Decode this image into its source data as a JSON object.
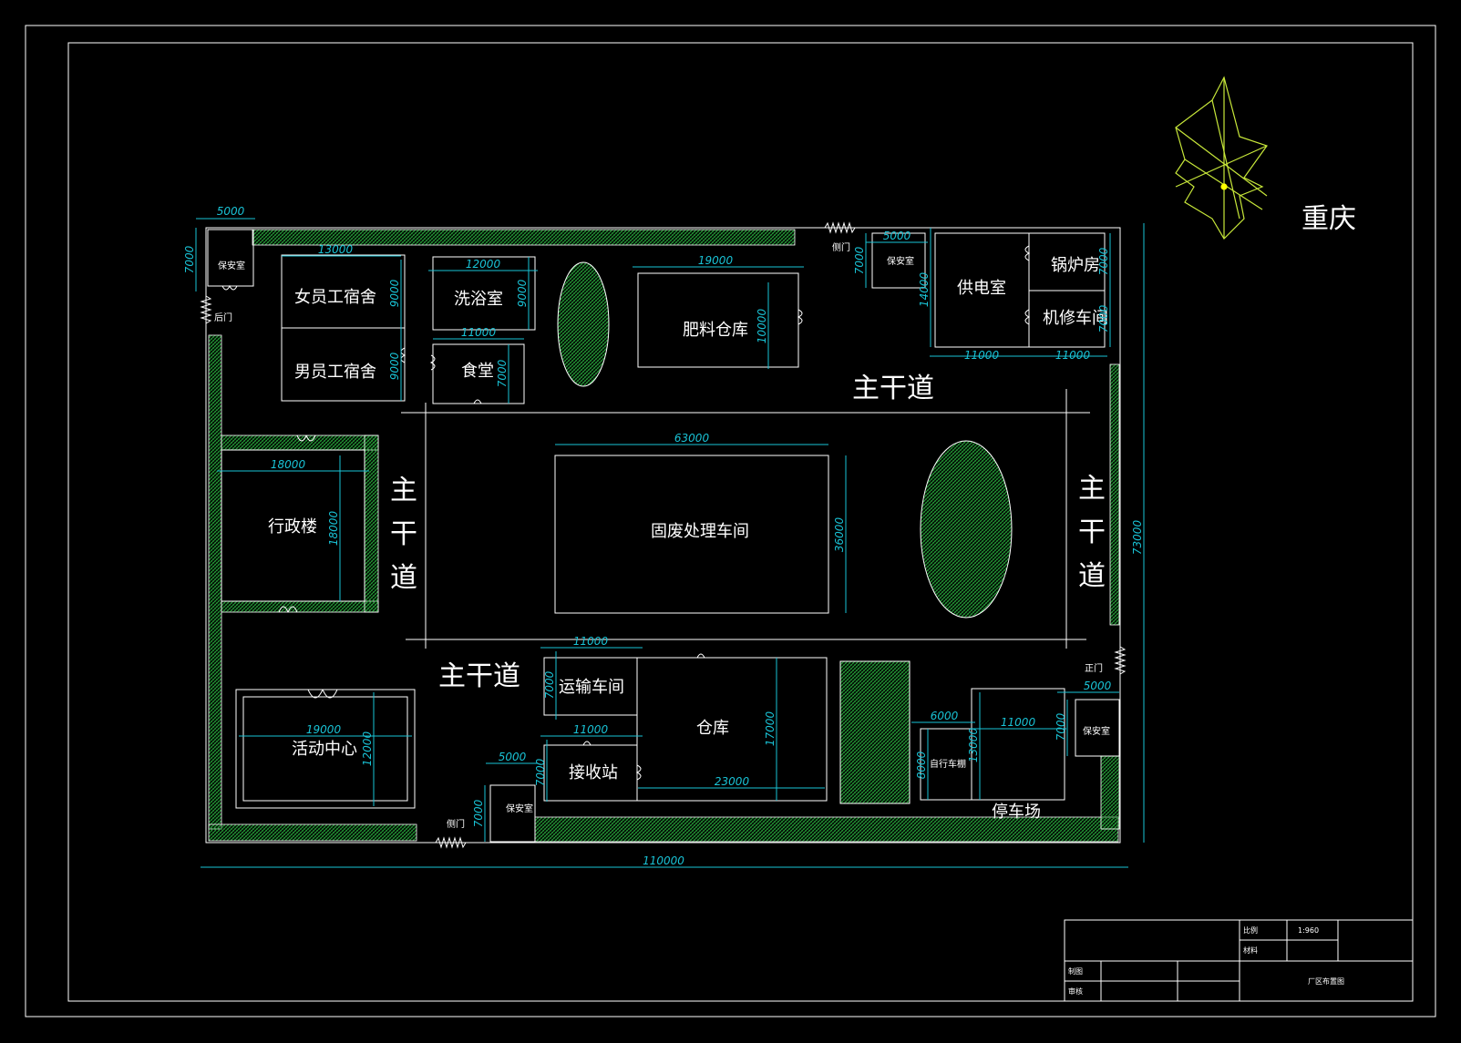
{
  "compass_label": "重庆",
  "rooms": {
    "guard_back": "保安室",
    "female_dorm": "女员工宿舍",
    "male_dorm": "男员工宿舍",
    "bath": "洗浴室",
    "canteen": "食堂",
    "fertilizer": "肥料仓库",
    "guard_side_top": "保安室",
    "power": "供电室",
    "boiler": "锅炉房",
    "repair": "机修车间",
    "admin": "行政楼",
    "solid_waste": "固废处理车间",
    "activity": "活动中心",
    "transport": "运输车间",
    "warehouse": "仓库",
    "receiving": "接收站",
    "guard_side_bottom": "保安室",
    "bike_shed": "自行车棚",
    "parking": "停车场",
    "guard_main": "保安室"
  },
  "roads": {
    "main_top": "主干道",
    "main_left": [
      "主",
      "干",
      "道"
    ],
    "main_right": [
      "主",
      "干",
      "道"
    ],
    "main_bottom": "主干道"
  },
  "gates": {
    "back": "后门",
    "side_top": "侧门",
    "main": "正门",
    "side_bottom": "侧门"
  },
  "dims": {
    "d5000_tl": "5000",
    "d7000_tl": "7000",
    "d13000": "13000",
    "d9000_a": "9000",
    "d9000_b": "9000",
    "d12000_bath": "12000",
    "d9000_bath": "9000",
    "d11000_canteen": "11000",
    "d7000_canteen": "7000",
    "d19000_fert": "19000",
    "d10000_fert": "10000",
    "d5000_guard_top": "5000",
    "d7000_guard_top": "7000",
    "d14000": "14000",
    "d7000_boiler": "7000",
    "d7000_repair": "7000",
    "d11000_power": "11000",
    "d11000_repair": "11000",
    "d18000_admin_w": "18000",
    "d18000_admin_h": "18000",
    "d63000": "63000",
    "d36000": "36000",
    "d73000": "73000",
    "d11000_transport": "11000",
    "d7000_transport": "7000",
    "d11000_receiving": "11000",
    "d7000_receiving": "7000",
    "d17000": "17000",
    "d23000": "23000",
    "d19000_activity": "19000",
    "d12000_activity": "12000",
    "d5000_guard_bottom": "5000",
    "d7000_guard_bottom": "7000",
    "d6000": "6000",
    "d8000": "8000",
    "d11000_parking": "11000",
    "d13000_parking": "13000",
    "d5000_guard_main": "5000",
    "d7000_guard_main": "7000",
    "d110000": "110000"
  },
  "title_block": {
    "scale_label": "比例",
    "scale_value": "1:960",
    "material_label": "材料",
    "drawn_label": "制图",
    "reviewed_label": "审核",
    "drawing_title": "厂区布置图"
  },
  "colors": {
    "background": "#000000",
    "line": "#ffffff",
    "dimension": "#19c3d6",
    "hatch": "#26a43a",
    "wind_rose": "#c8e83a"
  }
}
